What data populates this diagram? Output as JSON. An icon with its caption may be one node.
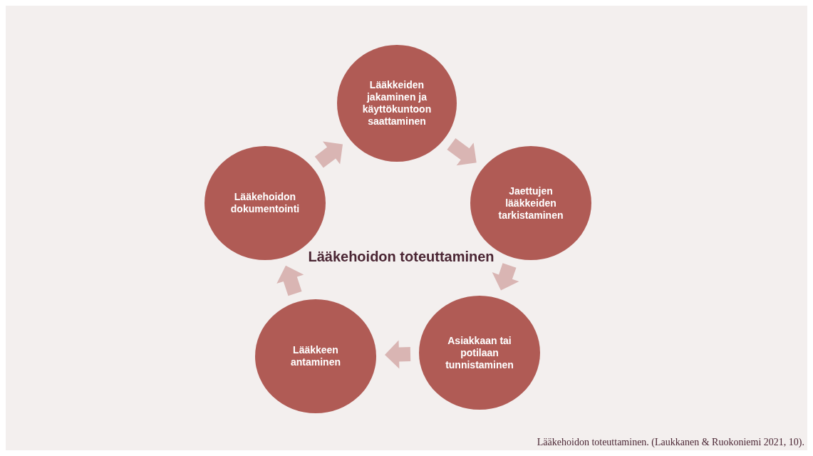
{
  "diagram": {
    "caption": "Lääkehoidon toteuttaminen. (Laukkanen & Ruokoniemi 2021, 10).",
    "nodes": [
      {
        "text": [
          "Lääkkeiden jakaminen ja käyttökuntoon saattaminen"
        ]
      },
      {
        "text": [
          "Jaettujen lääkkeiden tarkistaminen"
        ]
      },
      {
        "text": [
          "Asiakkaan tai potilaan tunnistaminen"
        ]
      },
      {
        "text": [
          "Lääkkeen antaminen"
        ]
      },
      {
        "text": [
          "Lääkehoidon dokumentointi"
        ]
      }
    ],
    "edges": [
      {
        "from": 0,
        "to": 1,
        "arrow": "to"
      },
      {
        "from": 1,
        "to": 2,
        "arrow": "to"
      },
      {
        "from": 2,
        "to": 3,
        "arrow": "to"
      },
      {
        "from": 3,
        "to": 4,
        "arrow": "to"
      },
      {
        "from": 4,
        "to": 0,
        "arrow": "to"
      }
    ],
    "labels": [
      "Lääkehoidon toteuttaminen"
    ]
  }
}
